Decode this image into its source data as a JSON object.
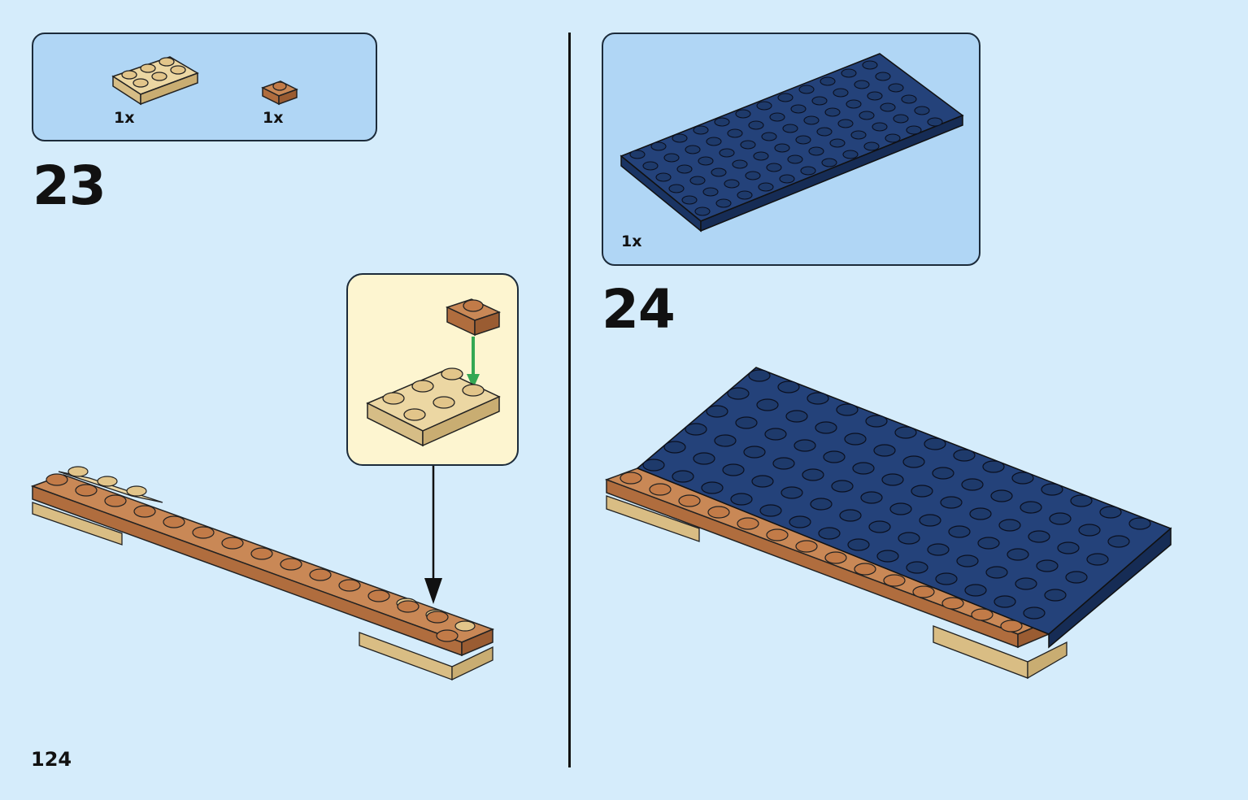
{
  "page": {
    "number": "124"
  },
  "step23": {
    "number": "23",
    "parts": [
      {
        "qty": "1x",
        "piece": "tan-plate-2x3"
      },
      {
        "qty": "1x",
        "piece": "brown-plate-1x1"
      }
    ]
  },
  "step24": {
    "number": "24",
    "parts": [
      {
        "qty": "1x",
        "piece": "dark-blue-plate-6x12"
      }
    ]
  },
  "colors": {
    "background": "#d5ecfb",
    "parts_box": "#b0d6f5",
    "callout": "#fdf5d0",
    "tan": "#e8cf96",
    "brown": "#c07a4a",
    "dark_blue": "#1e3a6b",
    "arrow_green": "#34a853"
  }
}
